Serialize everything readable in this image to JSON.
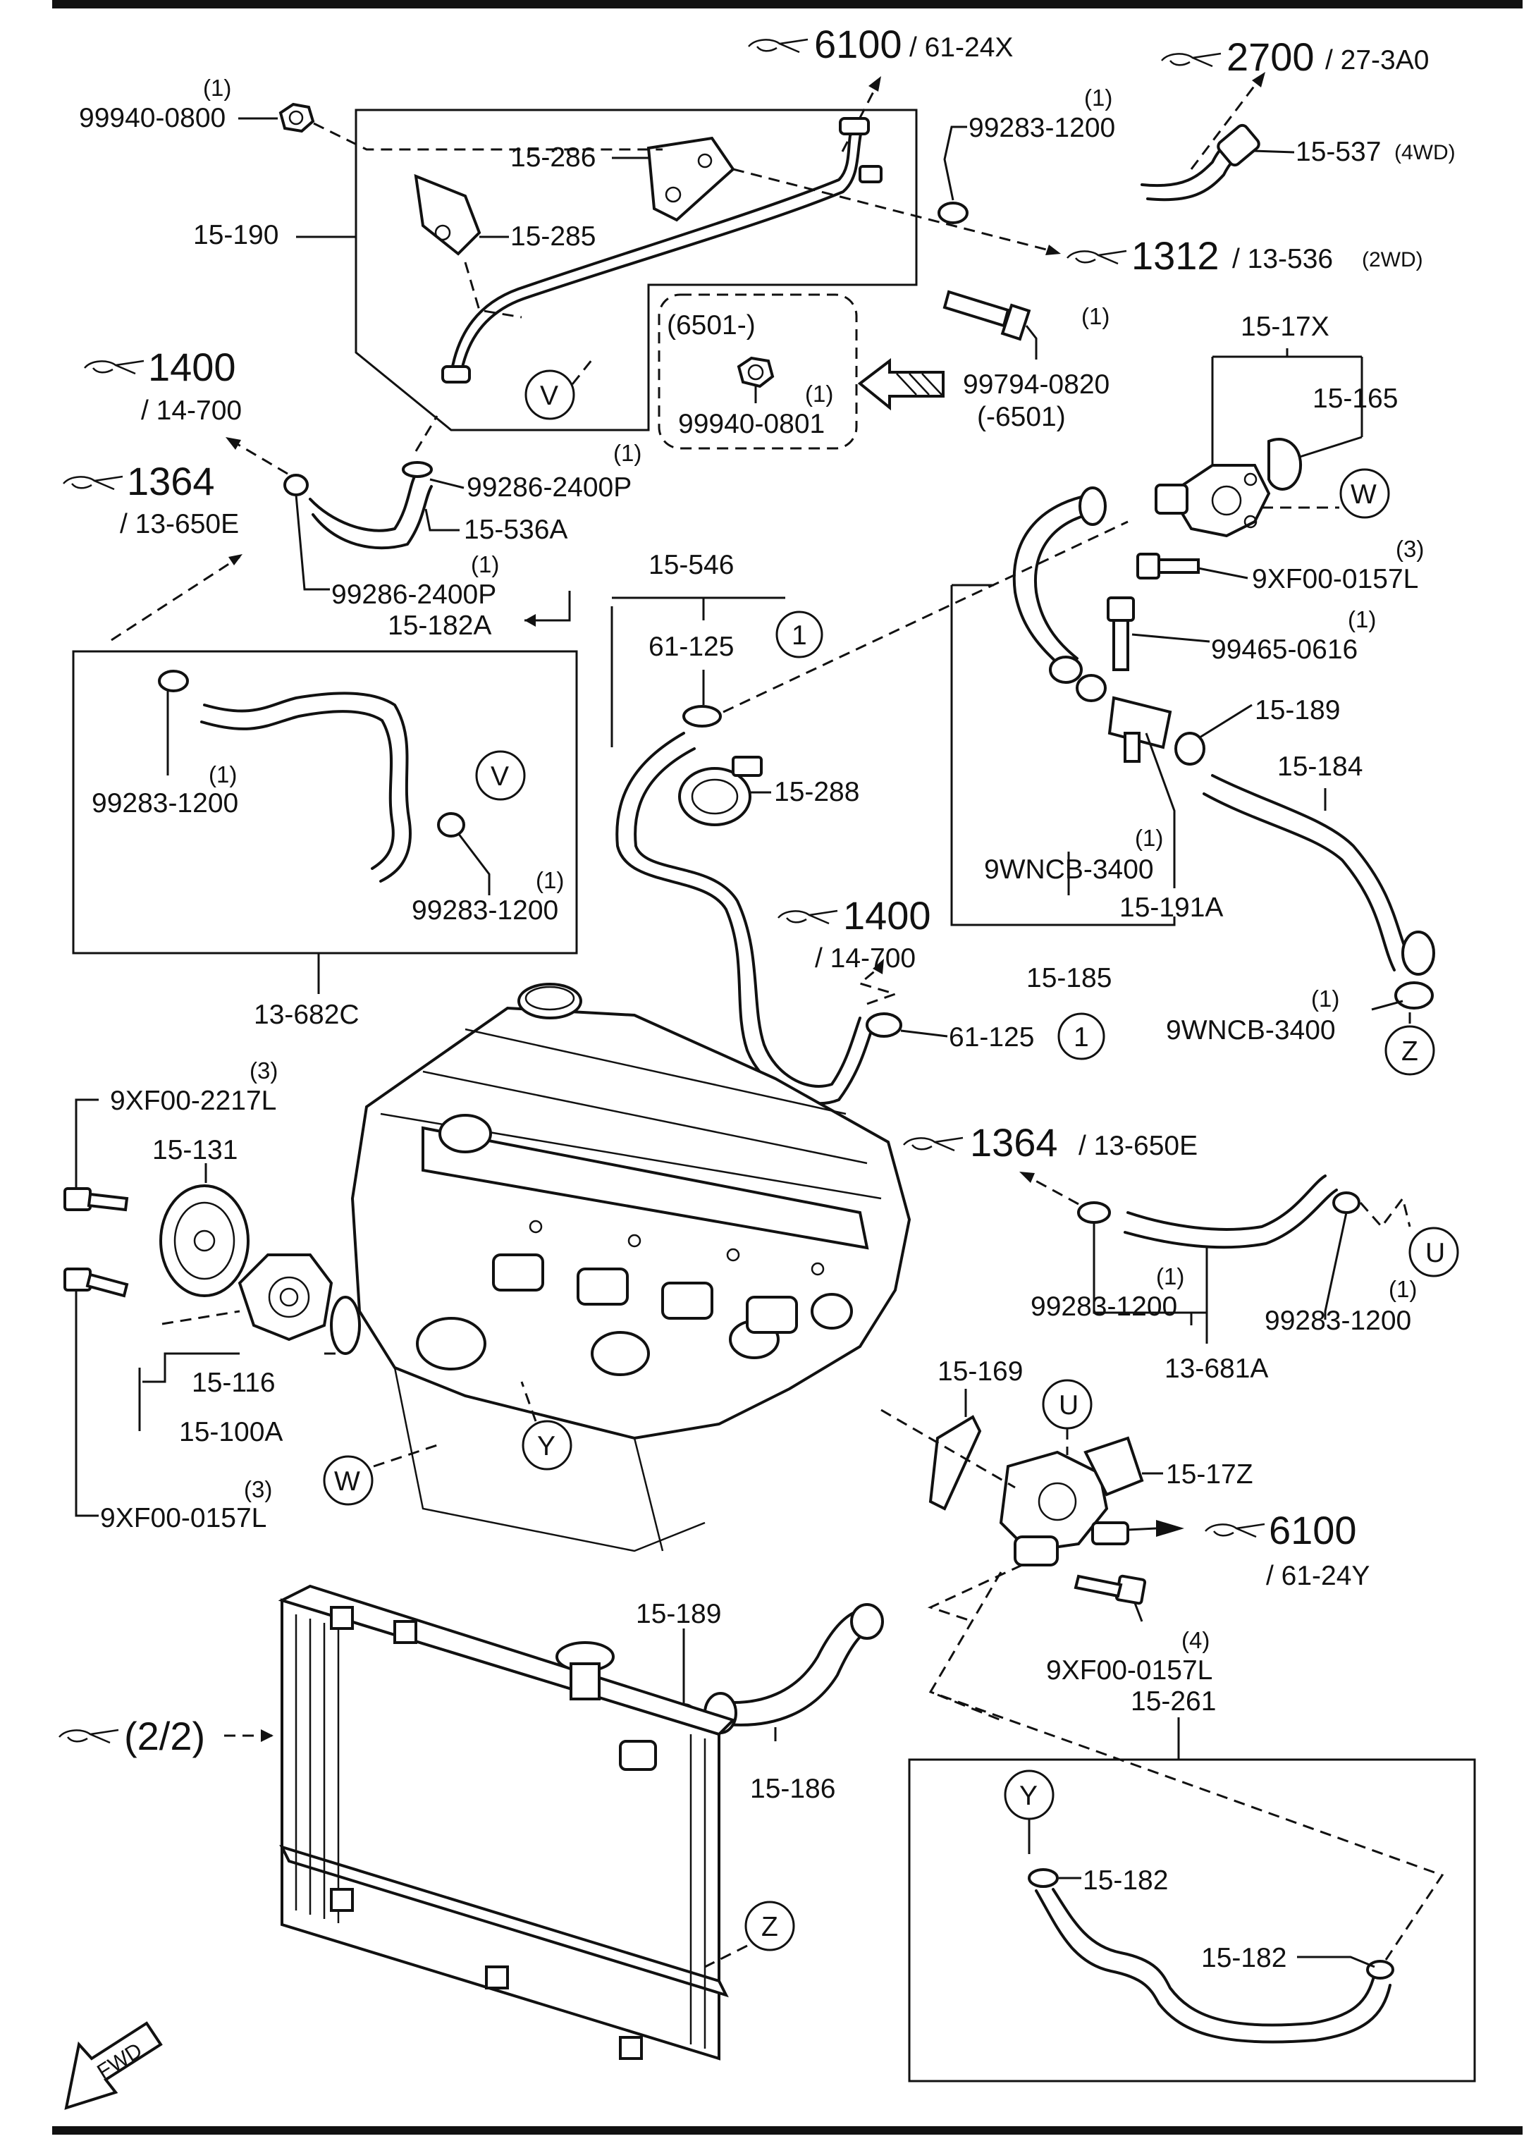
{
  "references": [
    {
      "id": "ref-6100-24x",
      "page": "6100",
      "sub": "/ 61-24X"
    },
    {
      "id": "ref-2700",
      "page": "2700",
      "sub": "/ 27-3A0"
    },
    {
      "id": "ref-1312",
      "page": "1312",
      "sub": "/ 13-536",
      "note": "(2WD)"
    },
    {
      "id": "ref-1400-top",
      "page": "1400",
      "sub": "/ 14-700"
    },
    {
      "id": "ref-1364-top",
      "page": "1364",
      "sub": "/ 13-650E"
    },
    {
      "id": "ref-1400-mid",
      "page": "1400",
      "sub": "/ 14-700"
    },
    {
      "id": "ref-1364-mid",
      "page": "1364",
      "sub": "/ 13-650E"
    },
    {
      "id": "ref-6100-24y",
      "page": "6100",
      "sub": "/ 61-24Y"
    },
    {
      "id": "ref-2-2",
      "page": "(2/2)",
      "sub": ""
    }
  ],
  "labels": [
    {
      "id": "p-99940-0800",
      "text": "99940-0800",
      "qty": "(1)"
    },
    {
      "id": "p-15-190",
      "text": "15-190"
    },
    {
      "id": "p-15-286",
      "text": "15-286"
    },
    {
      "id": "p-15-285",
      "text": "15-285"
    },
    {
      "id": "p-99283-1200-a",
      "text": "99283-1200",
      "qty": "(1)"
    },
    {
      "id": "p-15-537",
      "text": "15-537",
      "note": "(4WD)"
    },
    {
      "id": "p-6501-range",
      "text": "(6501-)"
    },
    {
      "id": "p-99940-0801",
      "text": "99940-0801",
      "qty": "(1)"
    },
    {
      "id": "p-99794-0820",
      "text": "99794-0820",
      "qty": "(1)"
    },
    {
      "id": "p-6501-end",
      "text": "(-6501)"
    },
    {
      "id": "p-99286-2400p-a",
      "text": "99286-2400P",
      "qty": "(1)"
    },
    {
      "id": "p-15-536a",
      "text": "15-536A"
    },
    {
      "id": "p-99286-2400p-b",
      "text": "99286-2400P",
      "qty": "(1)"
    },
    {
      "id": "p-15-182a",
      "text": "15-182A"
    },
    {
      "id": "p-15-17x",
      "text": "15-17X"
    },
    {
      "id": "p-15-165",
      "text": "15-165"
    },
    {
      "id": "p-9xf00-0157l-a",
      "text": "9XF00-0157L",
      "qty": "(3)"
    },
    {
      "id": "p-99465-0616",
      "text": "99465-0616",
      "qty": "(1)"
    },
    {
      "id": "p-15-189-a",
      "text": "15-189"
    },
    {
      "id": "p-15-184",
      "text": "15-184"
    },
    {
      "id": "p-15-546",
      "text": "15-546"
    },
    {
      "id": "p-61-125-a",
      "text": "61-125"
    },
    {
      "id": "p-15-288",
      "text": "15-288"
    },
    {
      "id": "p-9wncb-3400-a",
      "text": "9WNCB-3400",
      "qty": "(1)"
    },
    {
      "id": "p-15-191a",
      "text": "15-191A"
    },
    {
      "id": "p-15-185",
      "text": "15-185"
    },
    {
      "id": "p-9wncb-3400-b",
      "text": "9WNCB-3400",
      "qty": "(1)"
    },
    {
      "id": "p-99283-1200-b",
      "text": "99283-1200",
      "qty": "(1)"
    },
    {
      "id": "p-99283-1200-c",
      "text": "99283-1200",
      "qty": "(1)"
    },
    {
      "id": "p-13-682c",
      "text": "13-682C"
    },
    {
      "id": "p-61-125-b",
      "text": "61-125"
    },
    {
      "id": "p-9xf00-2217l",
      "text": "9XF00-2217L",
      "qty": "(3)"
    },
    {
      "id": "p-15-131",
      "text": "15-131"
    },
    {
      "id": "p-15-116",
      "text": "15-116"
    },
    {
      "id": "p-15-100a",
      "text": "15-100A"
    },
    {
      "id": "p-9xf00-0157l-b",
      "text": "9XF00-0157L",
      "qty": "(3)"
    },
    {
      "id": "p-99283-1200-d",
      "text": "99283-1200",
      "qty": "(1)"
    },
    {
      "id": "p-99283-1200-e",
      "text": "99283-1200",
      "qty": "(1)"
    },
    {
      "id": "p-13-681a",
      "text": "13-681A"
    },
    {
      "id": "p-15-169",
      "text": "15-169"
    },
    {
      "id": "p-15-17z",
      "text": "15-17Z"
    },
    {
      "id": "p-9xf00-0157l-c",
      "text": "9XF00-0157L",
      "qty": "(4)"
    },
    {
      "id": "p-15-189-b",
      "text": "15-189"
    },
    {
      "id": "p-15-186",
      "text": "15-186"
    },
    {
      "id": "p-15-261",
      "text": "15-261"
    },
    {
      "id": "p-15-182-a",
      "text": "15-182"
    },
    {
      "id": "p-15-182-b",
      "text": "15-182"
    }
  ],
  "callouts": {
    "v": "V",
    "w": "W",
    "u": "U",
    "y": "Y",
    "z": "Z",
    "one": "1"
  },
  "fwd": "FWD"
}
